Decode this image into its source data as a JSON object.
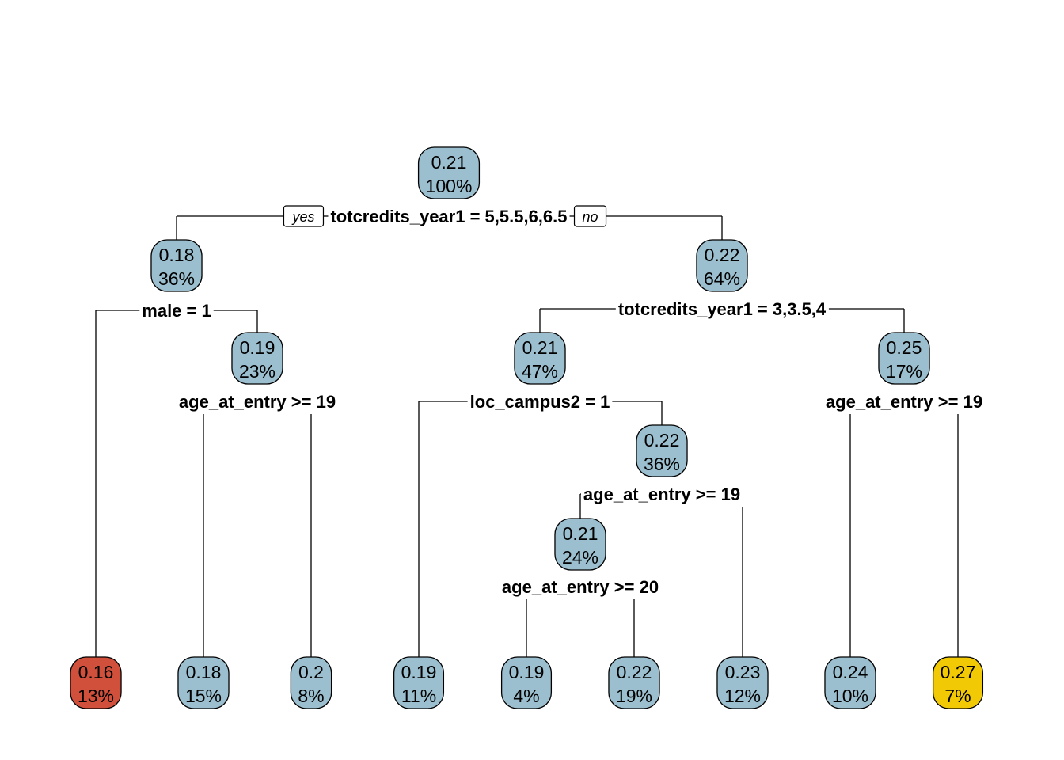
{
  "colors": {
    "low": "#d0503b",
    "mid": "#9bbfcf",
    "high": "#f1c905"
  },
  "branch_labels": {
    "yes": "yes",
    "no": "no"
  },
  "nodes": [
    {
      "id": "n1",
      "value": "0.21",
      "percent": "100%",
      "split": "totcredits_year1 = 5,5.5,6,6.5",
      "children": [
        "n2",
        "n3"
      ],
      "color": "mid"
    },
    {
      "id": "n2",
      "value": "0.18",
      "percent": "36%",
      "split": "male = 1",
      "children": [
        "l1",
        "n4"
      ],
      "color": "mid"
    },
    {
      "id": "n3",
      "value": "0.22",
      "percent": "64%",
      "split": "totcredits_year1 = 3,3.5,4",
      "children": [
        "n5",
        "n6"
      ],
      "color": "mid"
    },
    {
      "id": "n4",
      "value": "0.19",
      "percent": "23%",
      "split": "age_at_entry >= 19",
      "children": [
        "l2",
        "l3"
      ],
      "color": "mid"
    },
    {
      "id": "n5",
      "value": "0.21",
      "percent": "47%",
      "split": "loc_campus2 = 1",
      "children": [
        "l4",
        "n7"
      ],
      "color": "mid"
    },
    {
      "id": "n6",
      "value": "0.25",
      "percent": "17%",
      "split": "age_at_entry >= 19",
      "children": [
        "l8",
        "l9"
      ],
      "color": "mid"
    },
    {
      "id": "n7",
      "value": "0.22",
      "percent": "36%",
      "split": "age_at_entry >= 19",
      "children": [
        "n8",
        "l7"
      ],
      "color": "mid"
    },
    {
      "id": "n8",
      "value": "0.21",
      "percent": "24%",
      "split": "age_at_entry >= 20",
      "children": [
        "l5",
        "l6"
      ],
      "color": "mid"
    },
    {
      "id": "l1",
      "value": "0.16",
      "percent": "13%",
      "color": "low"
    },
    {
      "id": "l2",
      "value": "0.18",
      "percent": "15%",
      "color": "mid"
    },
    {
      "id": "l3",
      "value": "0.2",
      "percent": "8%",
      "color": "mid"
    },
    {
      "id": "l4",
      "value": "0.19",
      "percent": "11%",
      "color": "mid"
    },
    {
      "id": "l5",
      "value": "0.19",
      "percent": "4%",
      "color": "mid"
    },
    {
      "id": "l6",
      "value": "0.22",
      "percent": "19%",
      "color": "mid"
    },
    {
      "id": "l7",
      "value": "0.23",
      "percent": "12%",
      "color": "mid"
    },
    {
      "id": "l8",
      "value": "0.24",
      "percent": "10%",
      "color": "mid"
    },
    {
      "id": "l9",
      "value": "0.27",
      "percent": "7%",
      "color": "high"
    }
  ]
}
